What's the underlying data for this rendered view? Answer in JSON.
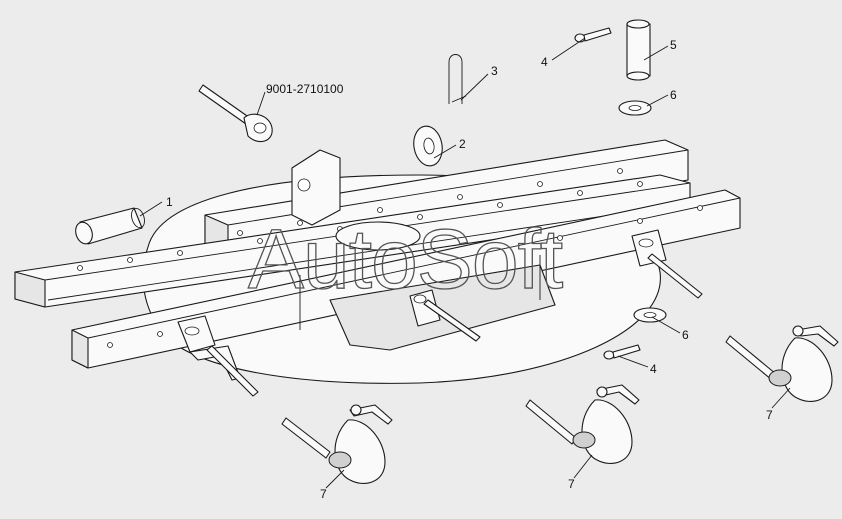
{
  "watermark": "AutoSoft",
  "callouts": {
    "c1": "1",
    "c2": "2",
    "c3": "3",
    "c4a": "4",
    "c4b": "4",
    "c5": "5",
    "c6a": "6",
    "c6b": "6",
    "c7a": "7",
    "c7b": "7",
    "c7c": "7",
    "part_number": "9001-2710100"
  }
}
